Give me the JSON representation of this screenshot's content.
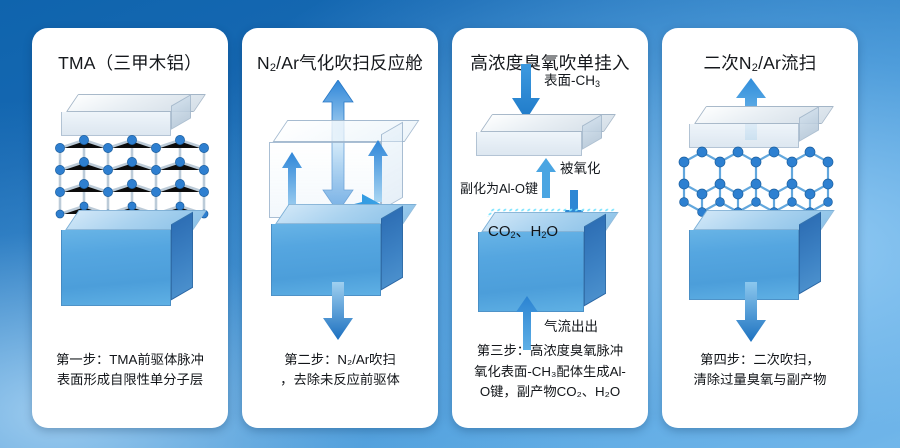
{
  "background": {
    "accent_dark": "#0f64ad",
    "accent_light": "#73b8e8"
  },
  "panels": [
    {
      "id": "tma",
      "title": "TMA（三甲木铝）",
      "caption_lines": [
        "第一步：TMA前驱体脉冲",
        "表面形成自限性单分子层"
      ],
      "annotations": []
    },
    {
      "id": "purge-1",
      "title_parts": {
        "pre": "N",
        "sub": "2",
        "post": "/Ar气化吹扫反应舱"
      },
      "title": "N2/Ar气化吹扫反应舱",
      "caption_lines": [
        "第二步：N₂/Ar吹扫",
        "，去除未反应前驱体"
      ],
      "annotations": []
    },
    {
      "id": "ozone",
      "title": "高浓度臭氧吹单挂入",
      "caption_lines": [
        "第三步：高浓度臭氧脉冲",
        "氧化表面-CH₃配体生成Al-",
        "O键，副产物CO₂、H₂O"
      ],
      "annotations": [
        {
          "name": "surface-ch3",
          "text": "表面-CH3",
          "sub": "3"
        },
        {
          "name": "oxidized",
          "text": "被氧化"
        },
        {
          "name": "al-o-bond",
          "text": "副化为Al-O键"
        },
        {
          "name": "byproducts",
          "text": "CO2、H2O"
        },
        {
          "name": "gas-flow",
          "text": "气流出出"
        }
      ]
    },
    {
      "id": "purge-2",
      "title_parts": {
        "pre": "二次N",
        "sub": "2",
        "post": "/Ar流扫"
      },
      "title": "二次N2/Ar流扫",
      "caption_lines": [
        "第四步：二次吹扫，",
        "清除过量臭氧与副产物"
      ],
      "annotations": []
    }
  ],
  "icons": {
    "arrow_down": "arrow-down-icon",
    "arrow_up": "arrow-up-icon",
    "arrow_updown": "arrow-up-down-icon",
    "arrow_right": "arrow-right-icon"
  }
}
